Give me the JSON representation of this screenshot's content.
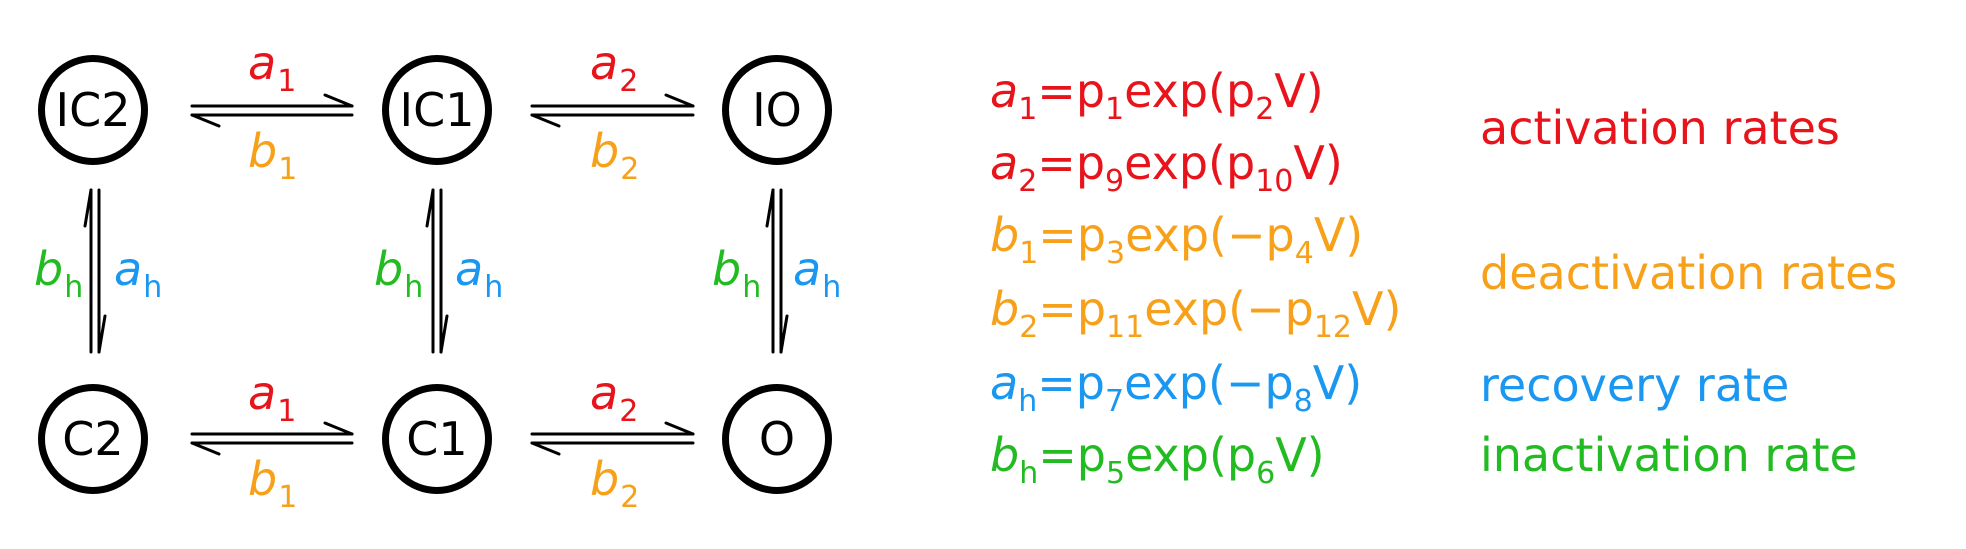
{
  "colors": {
    "black": "#000000",
    "red": "#e8141b",
    "orange": "#f7a11a",
    "blue": "#1a97f0",
    "green": "#22bb22"
  },
  "states": {
    "ic2": "IC2",
    "ic1": "IC1",
    "io": "IO",
    "c2": "C2",
    "c1": "C1",
    "o": "O"
  },
  "rates": {
    "a": "a",
    "b": "b",
    "sub1": "1",
    "sub2": "2",
    "subh": "h"
  },
  "equations": [
    {
      "color": "red",
      "sym": "a",
      "sub": "1",
      "parts": [
        "=p",
        "1",
        "exp(p",
        "2",
        "V)"
      ]
    },
    {
      "color": "red",
      "sym": "a",
      "sub": "2",
      "parts": [
        "=p",
        "9",
        "exp(p",
        "10",
        "V)"
      ]
    },
    {
      "color": "orange",
      "sym": "b",
      "sub": "1",
      "parts": [
        "=p",
        "3",
        "exp(−p",
        "4",
        "V)"
      ]
    },
    {
      "color": "orange",
      "sym": "b",
      "sub": "2",
      "parts": [
        "=p",
        "11",
        "exp(−p",
        "12",
        "V)"
      ]
    },
    {
      "color": "blue",
      "sym": "a",
      "sub": "h",
      "parts": [
        "=p",
        "7",
        "exp(−p",
        "8",
        "V)"
      ]
    },
    {
      "color": "green",
      "sym": "b",
      "sub": "h",
      "parts": [
        "=p",
        "5",
        "exp(p",
        "6",
        "V)"
      ]
    }
  ],
  "categories": {
    "activation": "activation rates",
    "deactivation": "deactivation rates",
    "recovery": "recovery rate",
    "inactivation": "inactivation rate"
  }
}
